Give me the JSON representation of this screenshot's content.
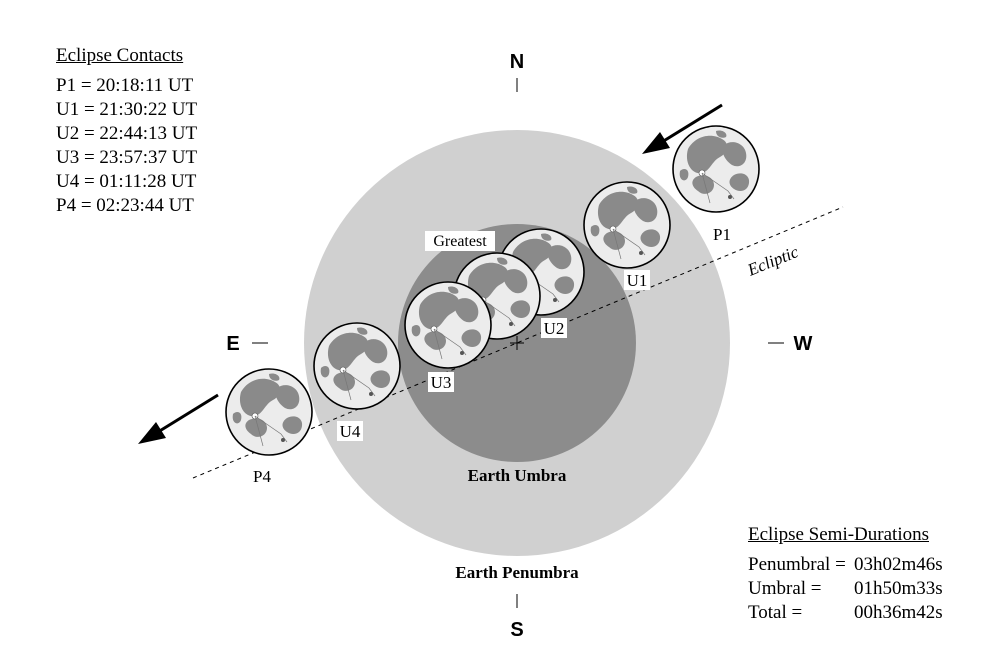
{
  "compass": {
    "north": "N",
    "south": "S",
    "east": "E",
    "west": "W"
  },
  "contacts": {
    "title": "Eclipse Contacts",
    "items": [
      "P1 = 20:18:11 UT",
      "U1 = 21:30:22 UT",
      "U2 = 22:44:13 UT",
      "U3 = 23:57:37 UT",
      "U4 = 01:11:28 UT",
      "P4 = 02:23:44 UT"
    ]
  },
  "durations": {
    "title": "Eclipse Semi-Durations",
    "items": [
      {
        "label": "Penumbral =",
        "value": "03h02m46s"
      },
      {
        "label": "Umbral =",
        "value": "01h50m33s"
      },
      {
        "label": "Total =",
        "value": "00h36m42s"
      }
    ]
  },
  "labels": {
    "greatest": "Greatest",
    "ecliptic": "Ecliptic",
    "umbra": "Earth Umbra",
    "penumbra": "Earth Penumbra"
  },
  "moon_labels": {
    "P1": "P1",
    "U1": "U1",
    "U2": "U2",
    "U3": "U3",
    "U4": "U4",
    "P4": "P4"
  },
  "colors": {
    "penumbra": "#d0d0d0",
    "umbra": "#8c8c8c",
    "moon_fill": "#ececec",
    "maria": "#8a8a8a",
    "label_bg": "#ffffff"
  }
}
